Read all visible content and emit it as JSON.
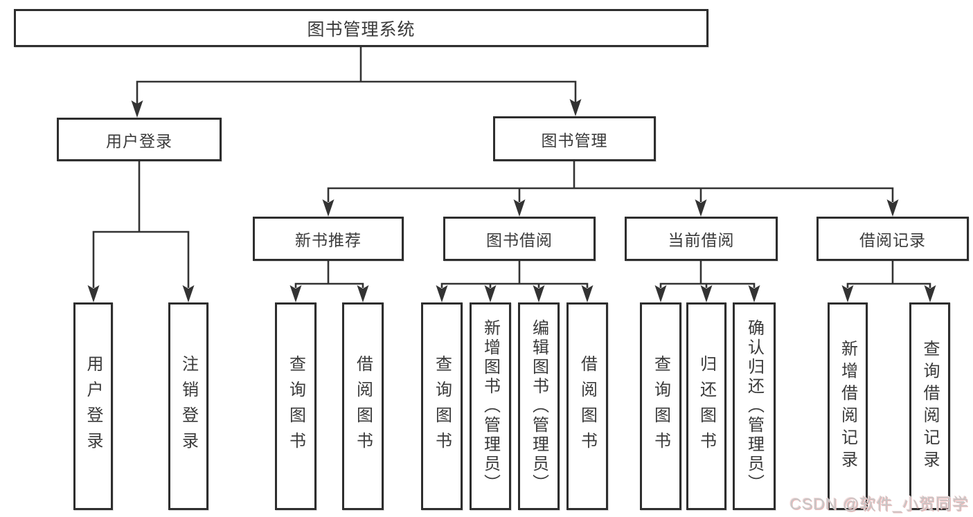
{
  "diagram": {
    "title": "图书管理系统",
    "level1": {
      "user_login": "用户登录",
      "book_management": "图书管理"
    },
    "level2": {
      "new_book_recommend": "新书推荐",
      "book_borrowing": "图书借阅",
      "current_borrowing": "当前借阅",
      "borrowing_records": "借阅记录"
    },
    "leaves": {
      "user_login_leaf": "用户登录",
      "logout": "注销登录",
      "nbr_query_books": "查询图书",
      "nbr_borrow_books": "借阅图书",
      "bb_query_books": "查询图书",
      "bb_add_books": "新增图书（管理员）",
      "bb_edit_books": "编辑图书（管理员）",
      "bb_borrow_books": "借阅图书",
      "cb_query_books": "查询图书",
      "cb_return_books": "归还图书",
      "cb_confirm_return": "确认归还（管理员）",
      "br_add_record": "新增借阅记录",
      "br_query_record": "查询借阅记录"
    },
    "watermark": "CSDN @软件_小贺同学",
    "colors": {
      "line": "#333333",
      "text": "#3a3a3a",
      "box_background": "#ffffff",
      "watermark_gray": "#c6c6c6",
      "watermark_pink": "#edb9b9"
    }
  }
}
